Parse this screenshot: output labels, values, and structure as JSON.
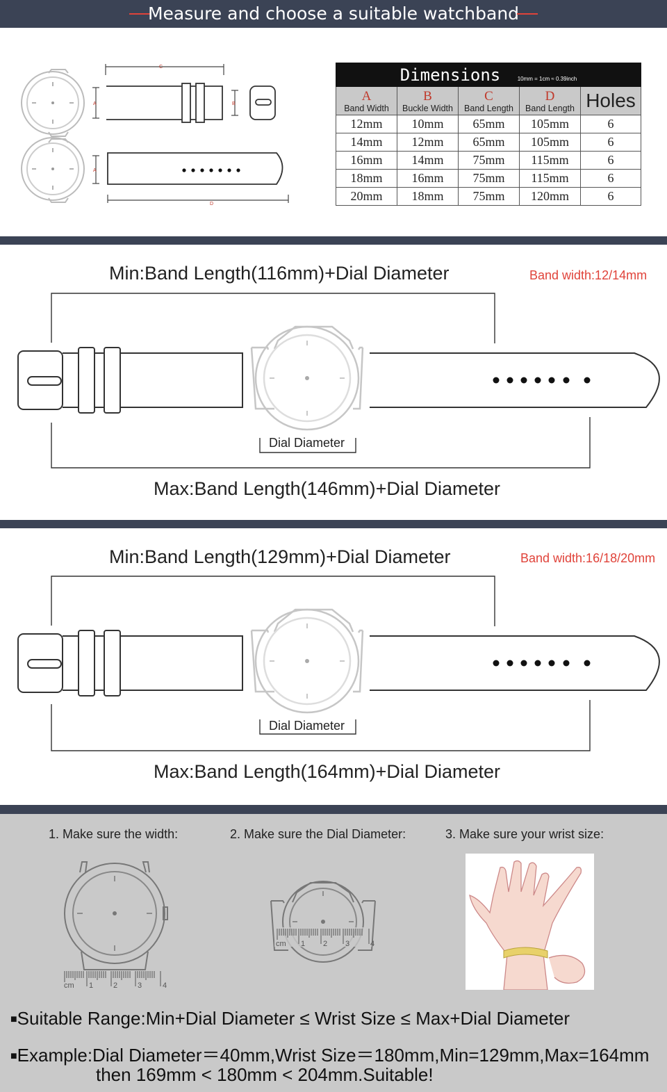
{
  "header": {
    "title": "Measure and  choose a suitable watchband"
  },
  "diagram_labels": {
    "a": "A",
    "b": "B",
    "c": "C",
    "d": "D"
  },
  "dimensions": {
    "title": "Dimensions",
    "note": "10mm = 1cm ≈ 0.39inch",
    "columns": [
      {
        "letter": "A",
        "name": "Band Width"
      },
      {
        "letter": "B",
        "name": "Buckle Width"
      },
      {
        "letter": "C",
        "name": "Band Length"
      },
      {
        "letter": "D",
        "name": "Band Length"
      },
      {
        "letter": "",
        "name": "Holes"
      }
    ],
    "rows": [
      [
        "12mm",
        "10mm",
        "65mm",
        "105mm",
        "6"
      ],
      [
        "14mm",
        "12mm",
        "65mm",
        "105mm",
        "6"
      ],
      [
        "16mm",
        "14mm",
        "75mm",
        "115mm",
        "6"
      ],
      [
        "18mm",
        "16mm",
        "75mm",
        "115mm",
        "6"
      ],
      [
        "20mm",
        "18mm",
        "75mm",
        "120mm",
        "6"
      ]
    ]
  },
  "section1": {
    "min": "Min:Band Length(116mm)+Dial Diameter",
    "width": "Band width:12/14mm",
    "dial": "Dial Diameter",
    "max": "Max:Band Length(146mm)+Dial Diameter"
  },
  "section2": {
    "min": "Min:Band Length(129mm)+Dial Diameter",
    "width": "Band width:16/18/20mm",
    "dial": "Dial Diameter",
    "max": "Max:Band Length(164mm)+Dial Diameter"
  },
  "steps": {
    "s1": "1. Make sure the width:",
    "s2": "2. Make sure the Dial Diameter:",
    "s3": "3. Make sure your wrist size:"
  },
  "ruler": {
    "unit": "cm",
    "n1": "1",
    "n2": "2",
    "n3": "3",
    "n4": "4"
  },
  "notes": {
    "range": "Suitable Range:Min+Dial Diameter ≤ Wrist Size ≤ Max+Dial Diameter",
    "example": "Example:Dial Diameter＝40mm,Wrist Size＝180mm,Min=129mm,Max=164mm",
    "example2": "then 169mm < 180mm < 204mm.Suitable!"
  },
  "colors": {
    "navy": "#3b4355",
    "accent_red": "#e0433a",
    "panel_gray": "#c9c9c9"
  }
}
